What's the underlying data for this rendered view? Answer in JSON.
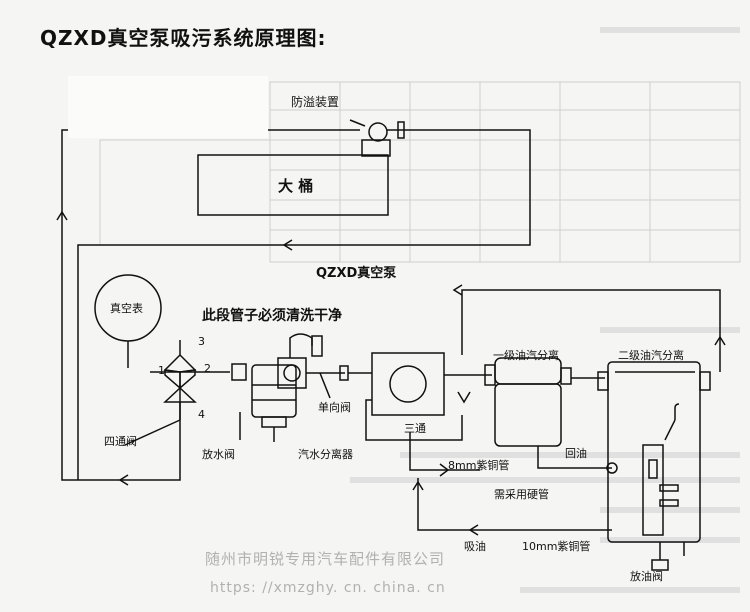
{
  "title": "QZXD真空泵吸污系统原理图:",
  "labels": {
    "overflow_device": "防溢装置",
    "tank": "大 桶",
    "pump": "QZXD真空泵",
    "vacuum_gauge": "真空表",
    "clean_note": "此段管子必须清洗干净",
    "stage1": "一级油汽分离",
    "stage2": "二级油汽分离",
    "check_valve": "单向阀",
    "tee": "三通",
    "four_way_valve": "四通阀",
    "drain_valve": "放水阀",
    "water_separator": "汽水分离器",
    "copper8": "8mm紫铜管",
    "oil_return": "回油",
    "hard_pipe": "需采用硬管",
    "suction_oil": "吸油",
    "copper10": "10mm紫铜管",
    "oil_drain_valve": "放油阀",
    "port1": "1",
    "port2": "2",
    "port3": "3",
    "port4": "4"
  },
  "watermark": {
    "company": "随州市明锐专用汽车配件有限公司",
    "url": "https: //xmzghy. cn. china. cn"
  },
  "colors": {
    "line": "#111111",
    "faded": "#b5b5b5"
  }
}
